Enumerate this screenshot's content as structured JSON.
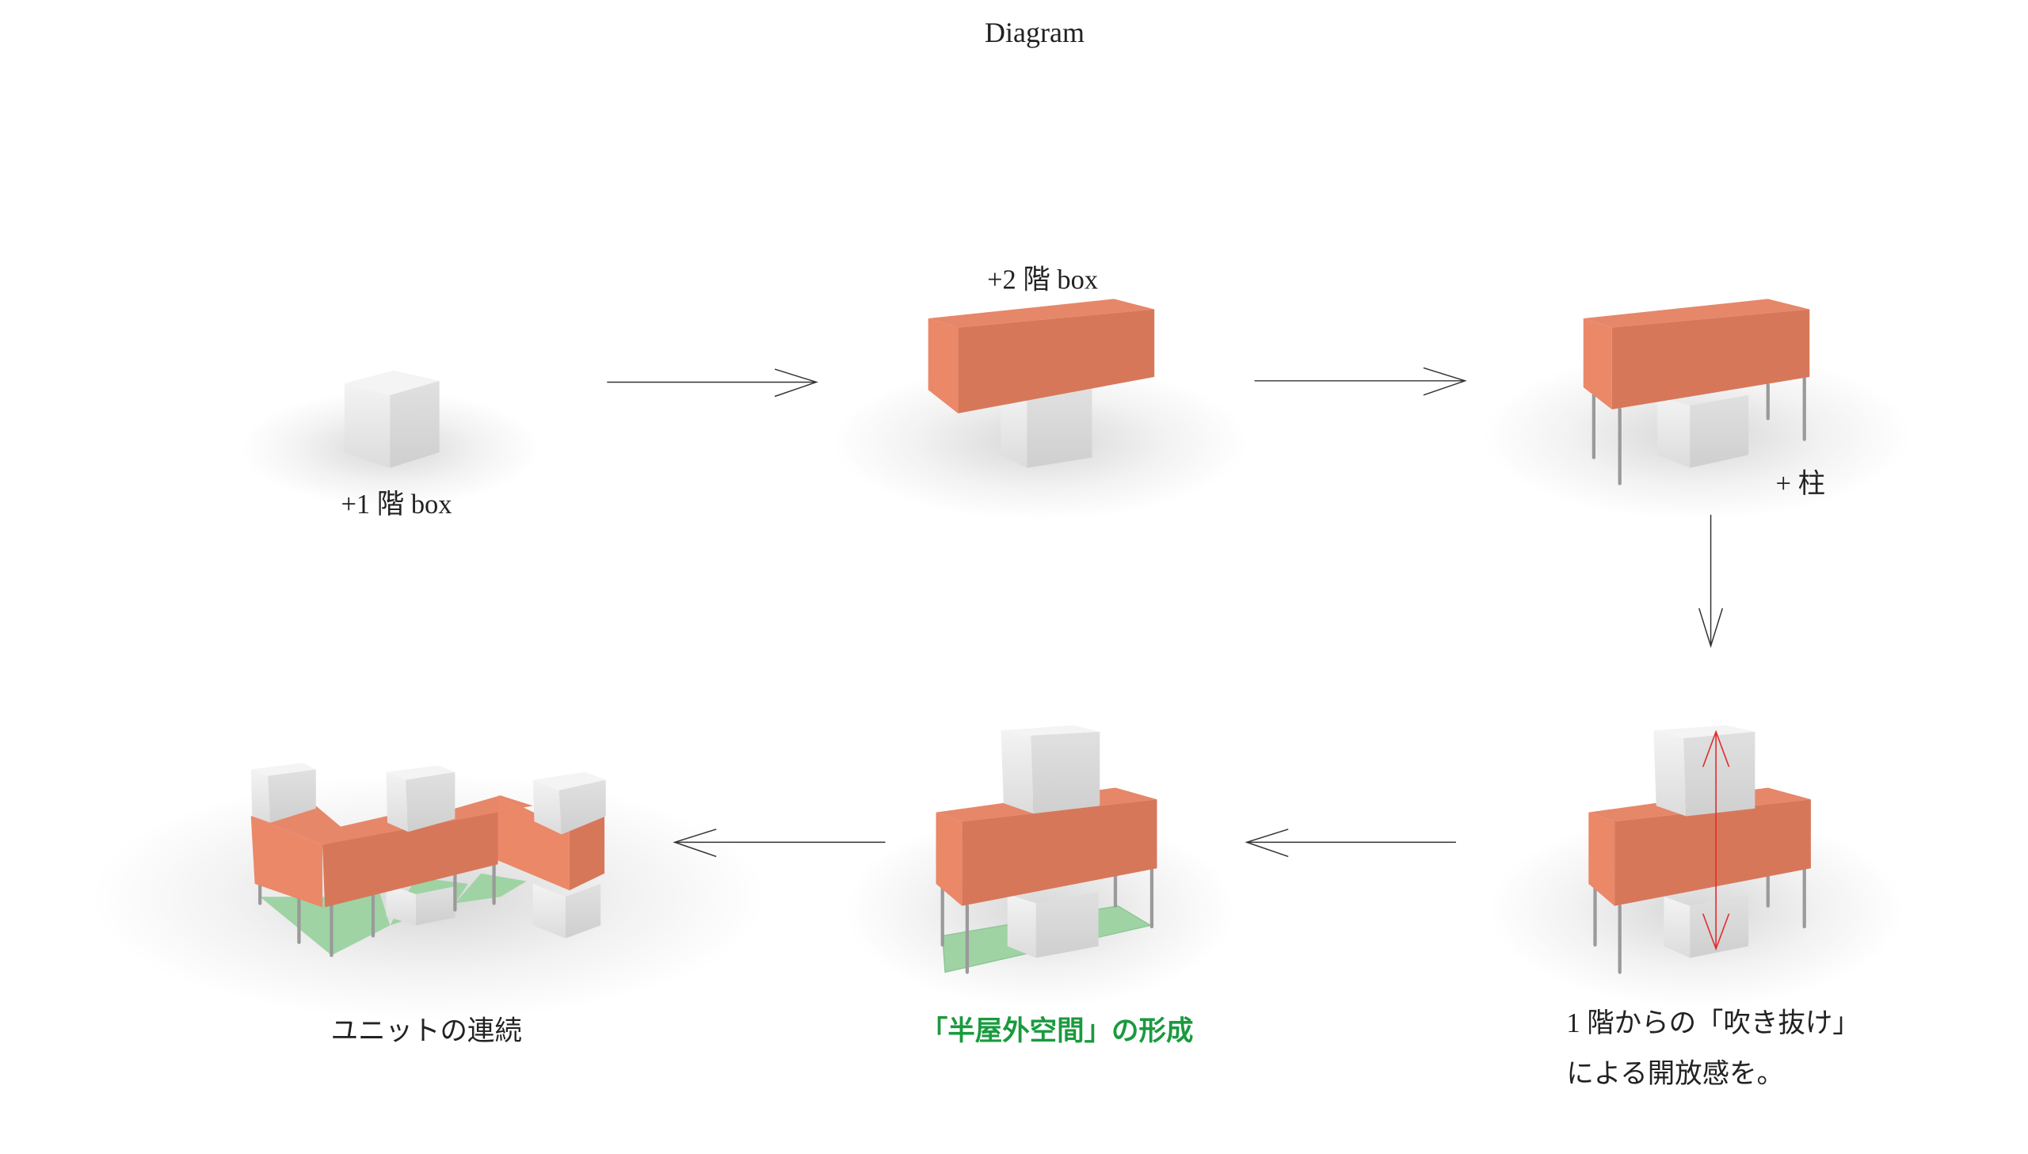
{
  "title": "Diagram",
  "steps": {
    "step1_label": "+1 階 box",
    "step2_label": "+2 階 box",
    "step3_label": "+ 柱",
    "step4_label_line1": "1 階からの「吹き抜け」",
    "step4_label_line2": "による開放感を。",
    "step5_label": "「半屋外空間」の形成",
    "step6_label": "ユニットの連続"
  },
  "colors": {
    "orange_front": "#d7775a",
    "orange_side": "#ea8868",
    "orange_top": "#e2805f",
    "white_box": "#e6e6e6",
    "green_floor": "#9fd3a4",
    "accent_green_text": "#1a9a3f",
    "red_arrow": "#e03030"
  }
}
